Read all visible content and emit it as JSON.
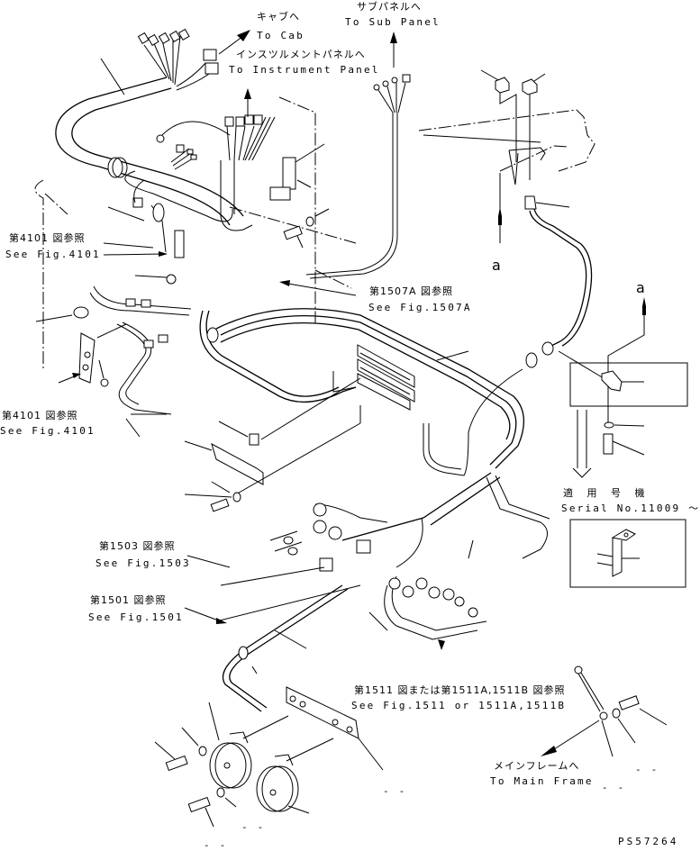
{
  "diagram": {
    "drawing_number": "PS57264",
    "callouts": {
      "to_cab": {
        "jp": "キャブへ",
        "en": "To Cab"
      },
      "to_sub_panel": {
        "jp": "サブパネルへ",
        "en": "To Sub Panel"
      },
      "to_instrument_panel": {
        "jp": "インスツルメントパネルへ",
        "en": "To Instrument Panel"
      },
      "see_fig_4101_top": {
        "jp": "第4101 図参照",
        "en": "See Fig.4101"
      },
      "see_fig_1507a": {
        "jp": "第1507A 図参照",
        "en": "See Fig.1507A"
      },
      "see_fig_4101_bottom": {
        "jp": "第4101 図参照",
        "en": "See Fig.4101"
      },
      "serial": {
        "jp": "適 用 号 機",
        "en": "Serial No.11009 ～"
      },
      "see_fig_1503": {
        "jp": "第1503 図参照",
        "en": "See Fig.1503"
      },
      "see_fig_1501": {
        "jp": "第1501 図参照",
        "en": "See Fig.1501"
      },
      "see_fig_1511": {
        "jp": "第1511 図または第1511A,1511B 図参照",
        "en": "See Fig.1511 or 1511A,1511B"
      },
      "to_main_frame": {
        "jp": "メインフレームへ",
        "en": "To Main Frame"
      }
    },
    "view_markers": {
      "a_left": "a",
      "a_right": "a"
    },
    "part_number_placeholders": [
      "- -",
      "- -",
      "- -",
      "- -",
      "- -"
    ]
  }
}
